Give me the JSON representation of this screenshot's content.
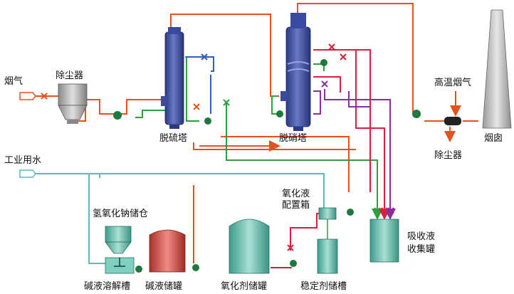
{
  "labels": {
    "flue_gas": "烟气",
    "dust_collector_1": "除尘器",
    "desulfurization_tower": "脱硫塔",
    "denitration_tower": "脱硝塔",
    "high_temp_flue_gas": "高温烟气",
    "chimney": "烟囱",
    "dust_collector_2": "除尘器",
    "industrial_water": "工业用水",
    "naoh_silo": "氢氧化钠储仓",
    "oxidant_prep_box_line1": "氧化液",
    "oxidant_prep_box_line2": "配置箱",
    "absorbent_tank_line1": "吸收液",
    "absorbent_tank_line2": "收集罐",
    "alkali_dissolving_tank": "碱液溶解槽",
    "alkali_storage_tank": "碱液储罐",
    "oxidant_storage_tank": "氧化剂储罐",
    "stabilizer_storage_tank": "稳定剂储槽"
  },
  "colors": {
    "flue_gas_line": "#e8501e",
    "water_line": "#5fb8c0",
    "green_line": "#2e9e3e",
    "red_line": "#d8203a",
    "purple_line": "#8a2ea0",
    "tower_blue": "#3a4a9e",
    "tank_teal": "#6fc0b0",
    "alkali_tank": "#d9534f",
    "chimney_gray": "#b8b8b8",
    "pump_green": "#1d7a3a"
  },
  "icons": [
    "pump-icon",
    "valve-icon",
    "arrow-icon"
  ]
}
